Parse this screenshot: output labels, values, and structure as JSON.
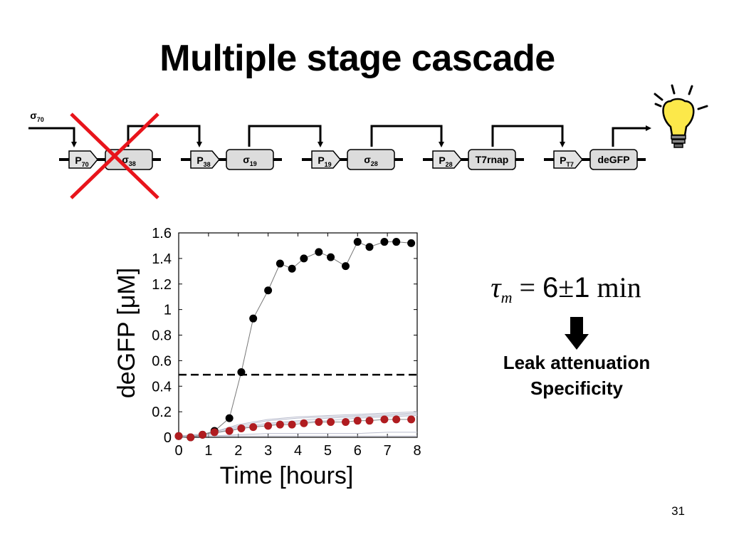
{
  "slide": {
    "title": "Multiple stage cascade",
    "number": "31"
  },
  "circuit": {
    "input_label": "σ",
    "input_sub": "70",
    "parts": [
      {
        "kind": "promoter",
        "main": "P",
        "sub": "70"
      },
      {
        "kind": "gene",
        "main": "σ",
        "sub": "38"
      },
      {
        "kind": "promoter",
        "main": "P",
        "sub": "38"
      },
      {
        "kind": "gene",
        "main": "σ",
        "sub": "19"
      },
      {
        "kind": "promoter",
        "main": "P",
        "sub": "19"
      },
      {
        "kind": "gene",
        "main": "σ",
        "sub": "28"
      },
      {
        "kind": "promoter",
        "main": "P",
        "sub": "28"
      },
      {
        "kind": "gene",
        "main": "T7rnap",
        "sub": ""
      },
      {
        "kind": "promoter",
        "main": "P",
        "sub": "T7"
      },
      {
        "kind": "gene",
        "main": "deGFP",
        "sub": ""
      }
    ],
    "crossed_out": "σ38 stage",
    "cross_color": "#e8141b",
    "output_icon": "lightbulb-icon",
    "bulb_color": "#fce84a"
  },
  "annotation": {
    "equation_symbol": "τ",
    "equation_sub": "m",
    "equation_eq": "=",
    "equation_value": "6",
    "equation_pm": "±",
    "equation_err": "1",
    "equation_unit": "min",
    "arrow_icon": "down-arrow-icon",
    "line1": "Leak attenuation",
    "line2": "Specificity"
  },
  "chart_data": {
    "type": "scatter",
    "xlabel": "Time [hours]",
    "ylabel": "deGFP [μM]",
    "xlim": [
      0,
      8
    ],
    "ylim": [
      0,
      1.6
    ],
    "xticks": [
      "0",
      "1",
      "2",
      "3",
      "4",
      "5",
      "6",
      "7",
      "8"
    ],
    "yticks": [
      "0",
      "0.2",
      "0.4",
      "0.6",
      "0.8",
      "1",
      "1.2",
      "1.4",
      "1.6"
    ],
    "grid": false,
    "threshold": {
      "y": 0.49,
      "style": "dashed",
      "color": "#000000"
    },
    "series": [
      {
        "color": "#000000",
        "connected": true,
        "x": [
          0,
          0.4,
          0.8,
          1.2,
          1.7,
          2.1,
          2.5,
          3.0,
          3.4,
          3.8,
          4.2,
          4.7,
          5.1,
          5.6,
          6.0,
          6.4,
          6.9,
          7.3,
          7.8
        ],
        "y": [
          0.01,
          0.0,
          0.02,
          0.05,
          0.15,
          0.51,
          0.93,
          1.15,
          1.36,
          1.32,
          1.4,
          1.45,
          1.41,
          1.34,
          1.53,
          1.49,
          1.53,
          1.53,
          1.52
        ]
      },
      {
        "color": "#b01c20",
        "connected": true,
        "x": [
          0,
          0.4,
          0.8,
          1.2,
          1.7,
          2.1,
          2.5,
          3.0,
          3.4,
          3.8,
          4.2,
          4.7,
          5.1,
          5.6,
          6.0,
          6.4,
          6.9,
          7.3,
          7.8
        ],
        "y": [
          0.01,
          0.0,
          0.02,
          0.04,
          0.05,
          0.07,
          0.08,
          0.09,
          0.1,
          0.1,
          0.11,
          0.12,
          0.12,
          0.12,
          0.13,
          0.13,
          0.14,
          0.14,
          0.14
        ]
      }
    ],
    "background_traces": {
      "color": "#b9bccd",
      "lines": [
        {
          "x": [
            0,
            1,
            2,
            3,
            4,
            5,
            6,
            7,
            8
          ],
          "y": [
            0.01,
            0.03,
            0.1,
            0.14,
            0.16,
            0.17,
            0.18,
            0.19,
            0.2
          ]
        },
        {
          "x": [
            0,
            1,
            2,
            3,
            4,
            5,
            6,
            7,
            8
          ],
          "y": [
            0.01,
            0.03,
            0.09,
            0.13,
            0.15,
            0.16,
            0.17,
            0.18,
            0.19
          ]
        },
        {
          "x": [
            0,
            1,
            2,
            3,
            4,
            5,
            6,
            7,
            8
          ],
          "y": [
            0.01,
            0.02,
            0.08,
            0.11,
            0.13,
            0.15,
            0.16,
            0.17,
            0.18
          ]
        },
        {
          "x": [
            0,
            1,
            2,
            3,
            4,
            5,
            6,
            7,
            8
          ],
          "y": [
            0.0,
            0.02,
            0.07,
            0.1,
            0.12,
            0.13,
            0.15,
            0.16,
            0.17
          ]
        },
        {
          "x": [
            0,
            1,
            2,
            3,
            4,
            5,
            6,
            7,
            8
          ],
          "y": [
            0.0,
            0.01,
            0.02,
            0.03,
            0.03,
            0.03,
            0.03,
            0.04,
            0.04
          ]
        },
        {
          "x": [
            0,
            1,
            2,
            3,
            4,
            5,
            6,
            7,
            8
          ],
          "y": [
            0.0,
            0.01,
            0.01,
            0.01,
            0.01,
            0.01,
            0.01,
            0.01,
            0.01
          ]
        }
      ]
    }
  }
}
